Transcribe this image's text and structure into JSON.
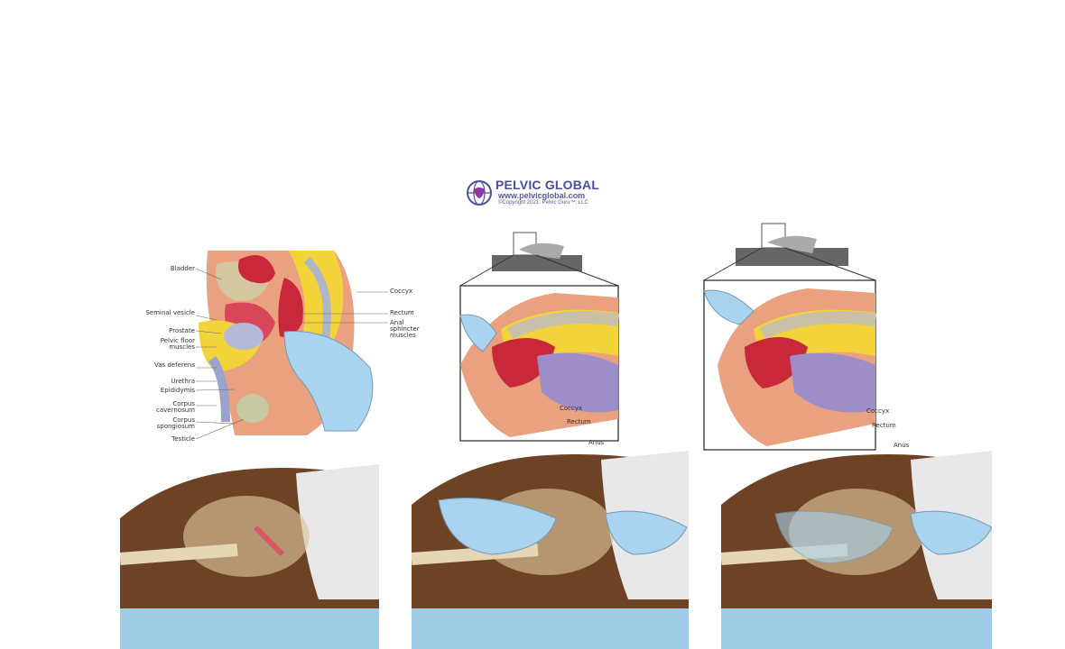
{
  "logo": {
    "title": "PELVIC GLOBAL",
    "url": "www.pelvicglobal.com",
    "copyright": "©Copyright 2021, Pelvic Guru™, LLC"
  },
  "anatomy_labels": {
    "left": [
      "Bladder",
      "Seminal vesicle",
      "Prostate",
      "Pelvic floor muscles",
      "Vas deferens",
      "Urethra",
      "Epididymis",
      "Corpus cavernosum",
      "Corpus spongiosum",
      "Testicle"
    ],
    "right": [
      "Coccyx",
      "Rectum",
      "Anal sphincter muscles"
    ]
  },
  "panel2_labels": {
    "coccyx": "Coccyx",
    "rectum": "Rectum",
    "anus": "Anus"
  },
  "panel3_labels": {
    "coccyx": "Coccyx",
    "rectum": "Rectum",
    "anus": "Anus"
  },
  "colors": {
    "skin": "#d98a6a",
    "rectum": "#c8283a",
    "fat": "#f2d43a",
    "glove": "#a9d3ee",
    "bone": "#dcc39a",
    "body_dark": "#6e4325",
    "table": "#9fcde6",
    "sheet": "#e8e8e8"
  }
}
